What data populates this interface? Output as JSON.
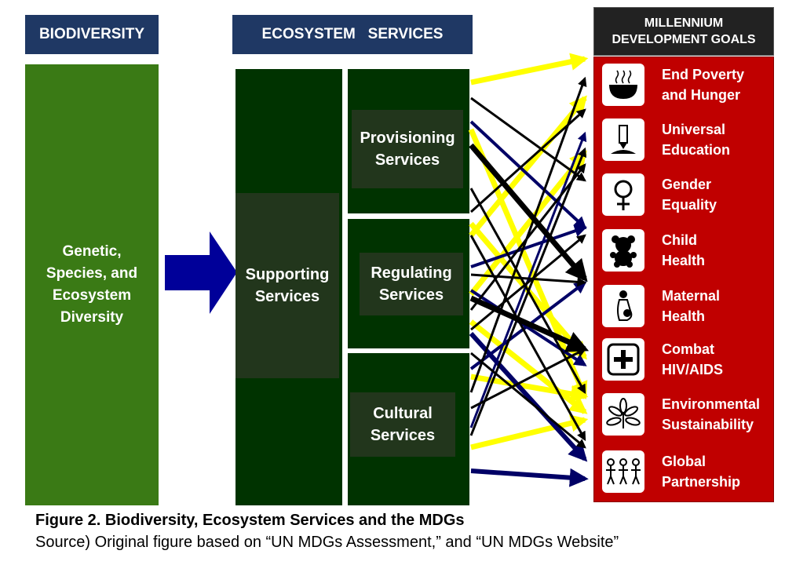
{
  "biodiversity": {
    "header": "BIODIVERSITY",
    "box": "Genetic,\nSpecies, and\nEcosystem\nDiversity"
  },
  "ecosystem": {
    "header": "ECOSYSTEM   SERVICES",
    "supporting": "Supporting\nServices",
    "provisioning": "Provisioning\nServices",
    "regulating": "Regulating\nServices",
    "cultural": "Cultural\nServices"
  },
  "mdg": {
    "header": "MILLENNIUM\nDEVELOPMENT GOALS",
    "goals": [
      {
        "label": "End Poverty\nand Hunger",
        "icon": "bowl-icon"
      },
      {
        "label": "Universal\nEducation",
        "icon": "pencil-icon"
      },
      {
        "label": "Gender\nEquality",
        "icon": "female-symbol-icon"
      },
      {
        "label": "Child\nHealth",
        "icon": "teddy-bear-icon"
      },
      {
        "label": "Maternal\nHealth",
        "icon": "pregnant-woman-icon"
      },
      {
        "label": "Combat\nHIV/AIDS",
        "icon": "plus-icon"
      },
      {
        "label": "Environmental\nSustainability",
        "icon": "plant-icon"
      },
      {
        "label": "Global\nPartnership",
        "icon": "people-icon"
      }
    ]
  },
  "caption": {
    "title": "Figure 2. Biodiversity, Ecosystem Services and the MDGs",
    "source": "Source) Original figure based on “UN MDGs Assessment,” and “UN MDGs Website”"
  },
  "colors": {
    "navy": "#1f3864",
    "green": "#3a7a15",
    "dark_green": "#003300",
    "red": "#c00000",
    "arrow_yellow": "#ffff00",
    "arrow_navy": "#000066",
    "arrow_black": "#000000"
  }
}
